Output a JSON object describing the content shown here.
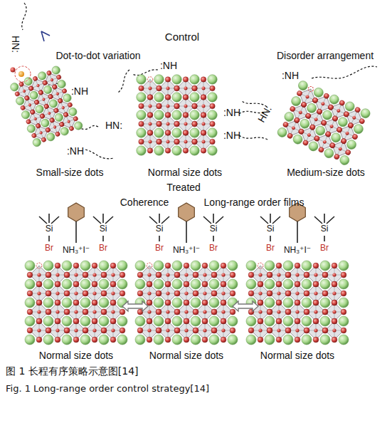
{
  "diagram": {
    "caption": "图 1 长程有序策略示意图[14]",
    "labels": [
      "HN:",
      "Control",
      "Dot-to-dot variation",
      "Disorder arrangement",
      ":NH",
      "HN:",
      ":NH",
      ":NH",
      ":NH",
      ":NH",
      ":NH",
      "HN:",
      "Small-size dots",
      "Normal size dots",
      "Medium-size dots",
      "Treated",
      "Coherence",
      "Long-range order films",
      "Si",
      "Si",
      "Br",
      "NH₃⁺I⁻",
      "Br",
      "Si",
      "Si",
      "Br",
      "NH₃⁺I⁻",
      "Br",
      "Si",
      "Si",
      "Br",
      "NH₃⁺I⁻",
      "Br",
      "Normal size dots",
      "Normal size dots",
      "Normal size dots",
      "Fig. 1 Long-range order control strategy[14]"
    ]
  }
}
